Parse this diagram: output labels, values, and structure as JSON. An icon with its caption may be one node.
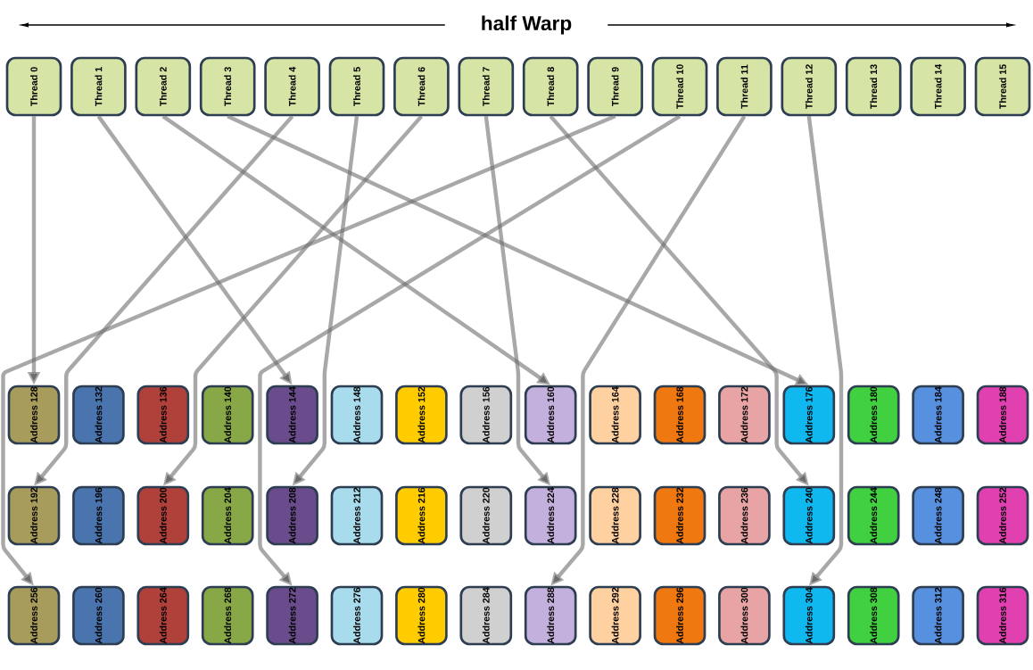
{
  "diagram": {
    "title": "half Warp",
    "nodes": [
      {
        "text": [
          "Thread 0"
        ]
      },
      {
        "text": [
          "Thread 1"
        ]
      },
      {
        "text": [
          "Thread 2"
        ]
      },
      {
        "text": [
          "Thread 3"
        ]
      },
      {
        "text": [
          "Thread 4"
        ]
      },
      {
        "text": [
          "Thread 5"
        ]
      },
      {
        "text": [
          "Thread 6"
        ]
      },
      {
        "text": [
          "Thread 7"
        ]
      },
      {
        "text": [
          "Thread 8"
        ]
      },
      {
        "text": [
          "Thread 9"
        ]
      },
      {
        "text": [
          "Thread 10"
        ]
      },
      {
        "text": [
          "Thread 11"
        ]
      },
      {
        "text": [
          "Thread 12"
        ]
      },
      {
        "text": [
          "Thread 13"
        ]
      },
      {
        "text": [
          "Thread 14"
        ]
      },
      {
        "text": [
          "Thread 15"
        ]
      },
      {
        "text": [
          "Address 128"
        ]
      },
      {
        "text": [
          "Address 132"
        ]
      },
      {
        "text": [
          "Address 136"
        ]
      },
      {
        "text": [
          "Address 140"
        ]
      },
      {
        "text": [
          "Address 144"
        ]
      },
      {
        "text": [
          "Address 148"
        ]
      },
      {
        "text": [
          "Address 152"
        ]
      },
      {
        "text": [
          "Address 156"
        ]
      },
      {
        "text": [
          "Address 160"
        ]
      },
      {
        "text": [
          "Address 164"
        ]
      },
      {
        "text": [
          "Address 168"
        ]
      },
      {
        "text": [
          "Address 172"
        ]
      },
      {
        "text": [
          "Address 176"
        ]
      },
      {
        "text": [
          "Address 180"
        ]
      },
      {
        "text": [
          "Address 184"
        ]
      },
      {
        "text": [
          "Address 188"
        ]
      },
      {
        "text": [
          "Address 192"
        ]
      },
      {
        "text": [
          "Address 196"
        ]
      },
      {
        "text": [
          "Address 200"
        ]
      },
      {
        "text": [
          "Address 204"
        ]
      },
      {
        "text": [
          "Address 208"
        ]
      },
      {
        "text": [
          "Address 212"
        ]
      },
      {
        "text": [
          "Address 216"
        ]
      },
      {
        "text": [
          "Address 220"
        ]
      },
      {
        "text": [
          "Address 224"
        ]
      },
      {
        "text": [
          "Address 228"
        ]
      },
      {
        "text": [
          "Address 232"
        ]
      },
      {
        "text": [
          "Address 236"
        ]
      },
      {
        "text": [
          "Address 240"
        ]
      },
      {
        "text": [
          "Address 244"
        ]
      },
      {
        "text": [
          "Address 248"
        ]
      },
      {
        "text": [
          "Address 252"
        ]
      },
      {
        "text": [
          "Address 256"
        ]
      },
      {
        "text": [
          "Address 260"
        ]
      },
      {
        "text": [
          "Address 264"
        ]
      },
      {
        "text": [
          "Address 268"
        ]
      },
      {
        "text": [
          "Address 272"
        ]
      },
      {
        "text": [
          "Address 276"
        ]
      },
      {
        "text": [
          "Address 280"
        ]
      },
      {
        "text": [
          "Address 284"
        ]
      },
      {
        "text": [
          "Address 288"
        ]
      },
      {
        "text": [
          "Address 292"
        ]
      },
      {
        "text": [
          "Address 296"
        ]
      },
      {
        "text": [
          "Address 300"
        ]
      },
      {
        "text": [
          "Address 304"
        ]
      },
      {
        "text": [
          "Address 308"
        ]
      },
      {
        "text": [
          "Address 312"
        ]
      },
      {
        "text": [
          "Address 316"
        ]
      }
    ],
    "edges": [
      {
        "from": 0,
        "to": 16,
        "arrow": "to"
      },
      {
        "from": 1,
        "to": 20,
        "arrow": "to"
      },
      {
        "from": 2,
        "to": 24,
        "arrow": "to"
      },
      {
        "from": 3,
        "to": 28,
        "arrow": "to"
      },
      {
        "from": 4,
        "to": 32,
        "arrow": "to"
      },
      {
        "from": 5,
        "to": 36,
        "arrow": "to"
      },
      {
        "from": 6,
        "to": 34,
        "arrow": "to"
      },
      {
        "from": 7,
        "to": 40,
        "arrow": "to"
      },
      {
        "from": 8,
        "to": 44,
        "arrow": "to"
      },
      {
        "from": 9,
        "to": 48,
        "arrow": "to"
      },
      {
        "from": 10,
        "to": 52,
        "arrow": "to"
      },
      {
        "from": 11,
        "to": 56,
        "arrow": "to"
      },
      {
        "from": 12,
        "to": 60,
        "arrow": "to"
      }
    ]
  }
}
